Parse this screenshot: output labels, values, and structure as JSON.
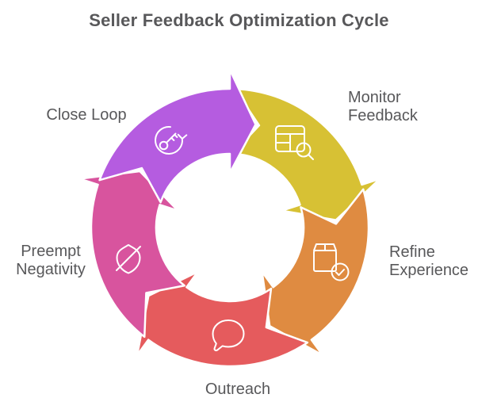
{
  "title": "Seller Feedback Optimization Cycle",
  "colors": {
    "title_text": "#58585a",
    "label_text": "#58585a",
    "segment_outline": "#ffffff",
    "background": "#ffffff"
  },
  "cycle": {
    "direction": "clockwise",
    "steps": [
      {
        "label": "Monitor\nFeedback",
        "color": "#d7c134",
        "icon": "table-search-icon"
      },
      {
        "label": "Refine\nExperience",
        "color": "#df8b41",
        "icon": "package-check-icon"
      },
      {
        "label": "Outreach",
        "color": "#e55b5d",
        "icon": "speech-bubble-icon"
      },
      {
        "label": "Preempt\nNegativity",
        "color": "#d8549e",
        "icon": "leaf-slash-icon"
      },
      {
        "label": "Close Loop",
        "color": "#b55ce0",
        "icon": "key-rotation-icon"
      }
    ]
  }
}
